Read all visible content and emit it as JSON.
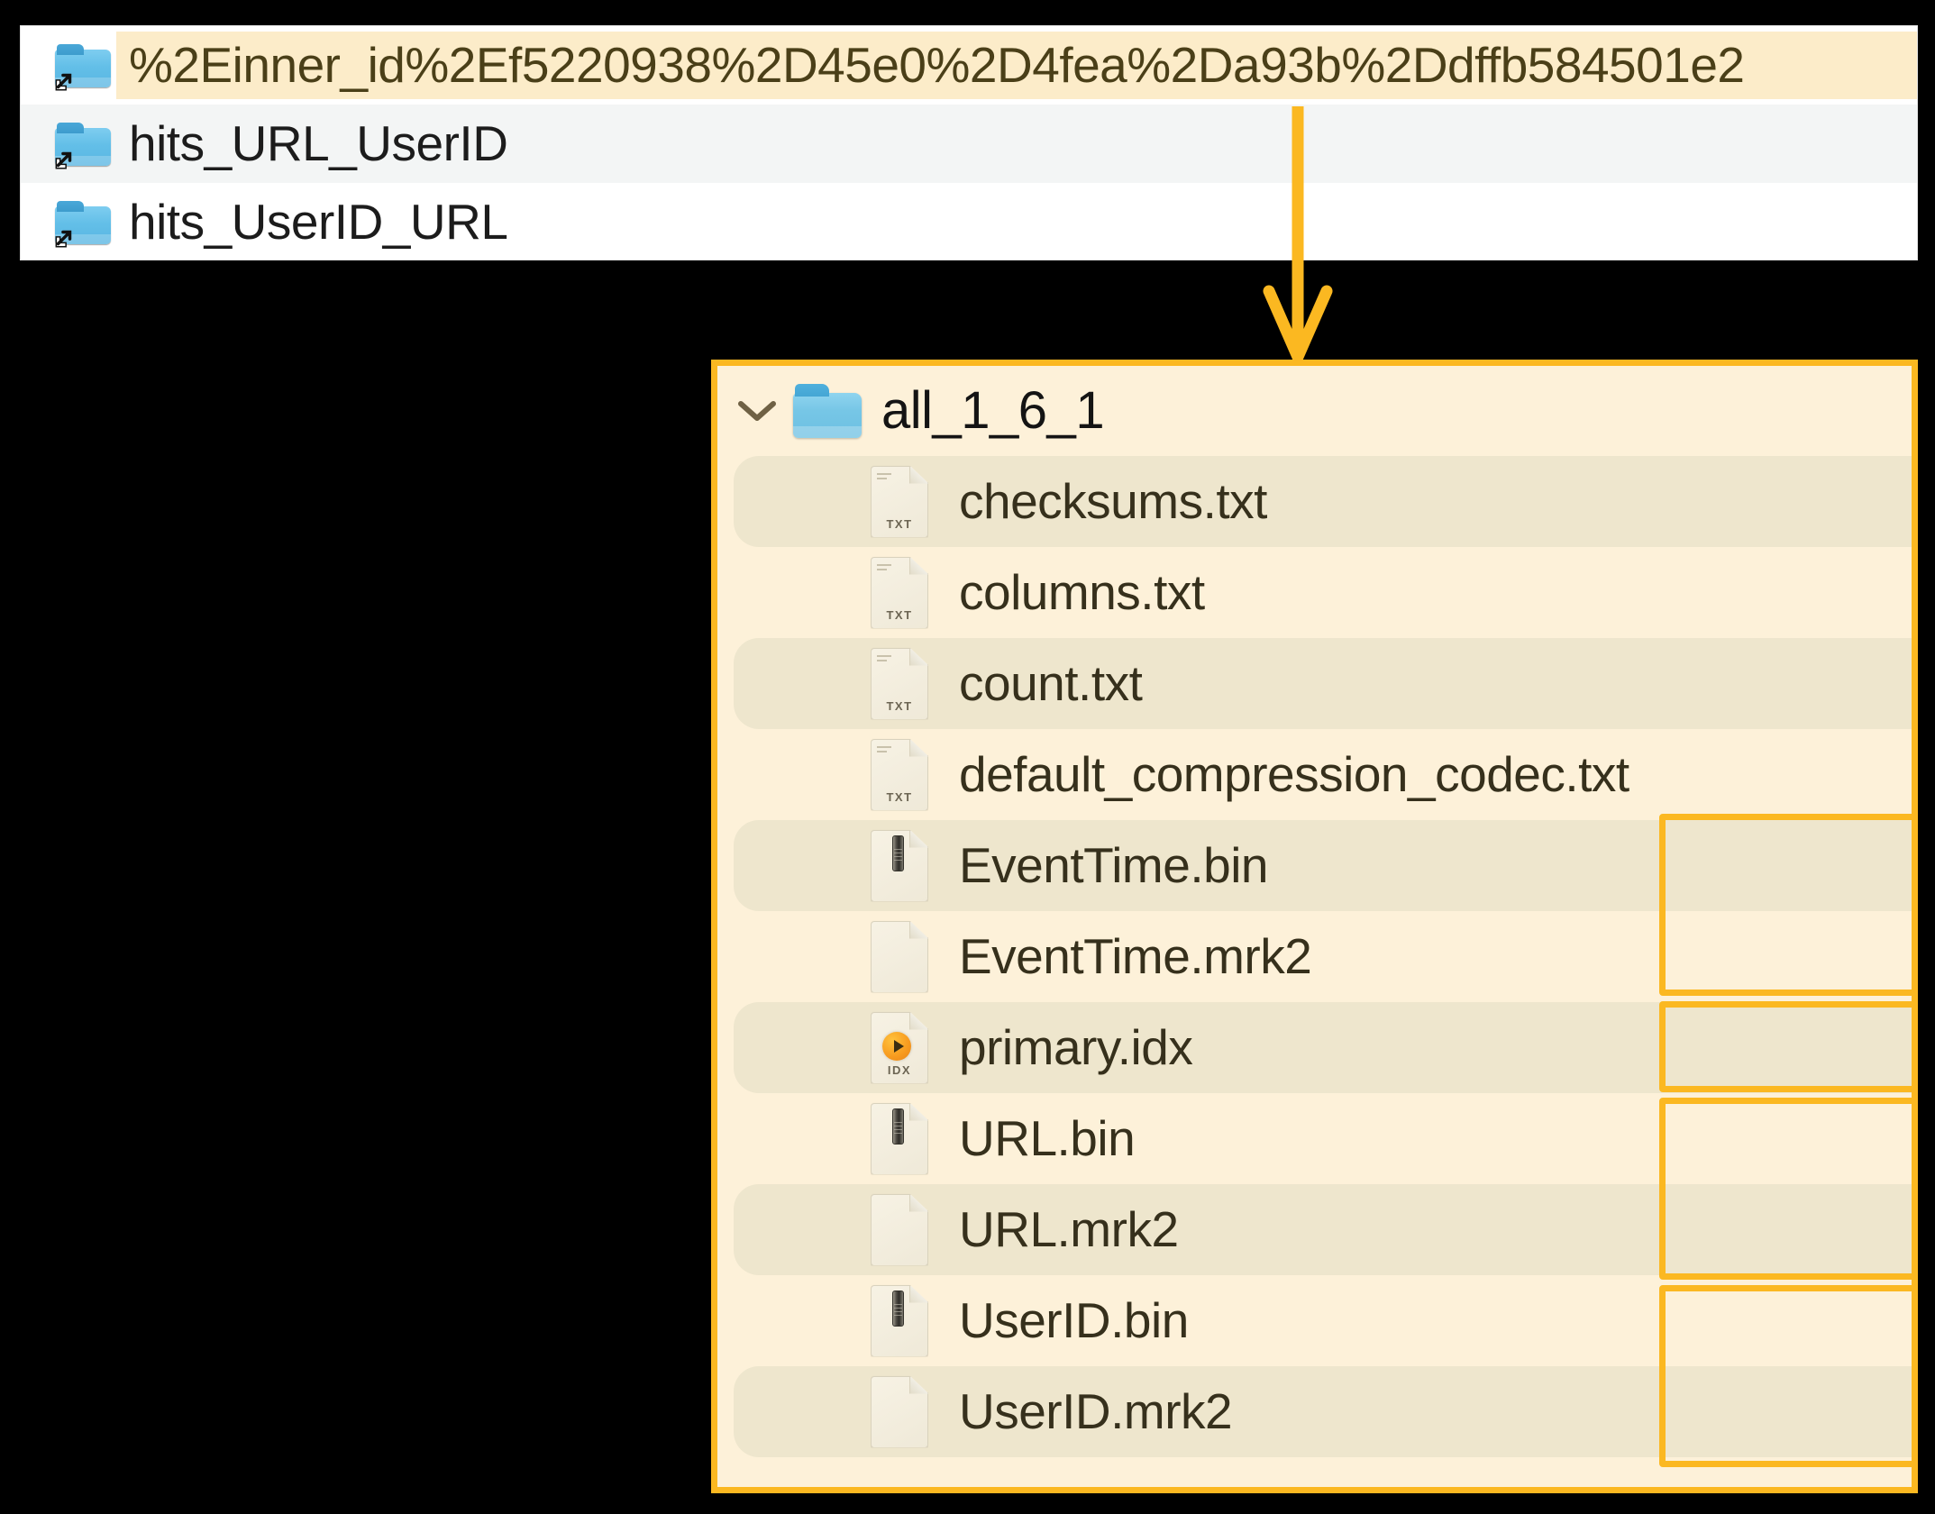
{
  "symlink_list": {
    "items": [
      {
        "label": "%2Einner_id%2Ef5220938%2D45e0%2D4fea%2Da93b%2Ddffb584501e2",
        "icon": "folder-symlink-icon",
        "highlighted": true
      },
      {
        "label": "hits_URL_UserID",
        "icon": "folder-symlink-icon",
        "highlighted": false
      },
      {
        "label": "hits_UserID_URL",
        "icon": "folder-symlink-icon",
        "highlighted": false
      }
    ]
  },
  "connector": {
    "icon": "down-arrow-icon",
    "color": "#fbb821"
  },
  "tree_panel": {
    "accent_color": "#fbb821",
    "background_color": "#fdf1d9",
    "zebra_color": "#eee6cd",
    "header": {
      "chevron": "chevron-down-icon",
      "folder_icon": "folder-icon",
      "label": "all_1_6_1",
      "expanded": true
    },
    "files": [
      {
        "name": "checksums.txt",
        "icon": "txt-file-icon",
        "kind": "TXT",
        "highlighted": false
      },
      {
        "name": "columns.txt",
        "icon": "txt-file-icon",
        "kind": "TXT",
        "highlighted": false
      },
      {
        "name": "count.txt",
        "icon": "txt-file-icon",
        "kind": "TXT",
        "highlighted": false
      },
      {
        "name": "default_compression_codec.txt",
        "icon": "txt-file-icon",
        "kind": "TXT",
        "highlighted": false
      },
      {
        "name": "EventTime.bin",
        "icon": "bin-file-icon",
        "kind": "",
        "highlighted": true
      },
      {
        "name": "EventTime.mrk2",
        "icon": "blank-file-icon",
        "kind": "",
        "highlighted": true
      },
      {
        "name": "primary.idx",
        "icon": "idx-file-icon",
        "kind": "IDX",
        "highlighted": true
      },
      {
        "name": "URL.bin",
        "icon": "bin-file-icon",
        "kind": "",
        "highlighted": true
      },
      {
        "name": "URL.mrk2",
        "icon": "blank-file-icon",
        "kind": "",
        "highlighted": true
      },
      {
        "name": "UserID.bin",
        "icon": "bin-file-icon",
        "kind": "",
        "highlighted": true
      },
      {
        "name": "UserID.mrk2",
        "icon": "blank-file-icon",
        "kind": "",
        "highlighted": true
      }
    ],
    "highlight_groups": [
      {
        "label": "EventTime-group",
        "from": "EventTime.bin",
        "to": "EventTime.mrk2"
      },
      {
        "label": "primary-idx-group",
        "from": "primary.idx",
        "to": "primary.idx"
      },
      {
        "label": "URL-group",
        "from": "URL.bin",
        "to": "URL.mrk2"
      },
      {
        "label": "UserID-group",
        "from": "UserID.bin",
        "to": "UserID.mrk2"
      }
    ]
  }
}
